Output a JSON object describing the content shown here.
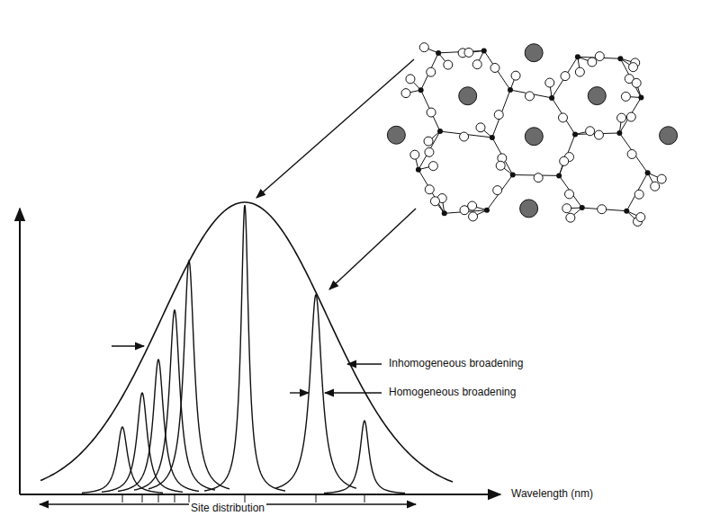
{
  "diagram": {
    "labels": [
      "Inhomogeneous broadening",
      "Homogeneous broadening",
      "Wavelength (nm)",
      "Site distribution"
    ]
  }
}
